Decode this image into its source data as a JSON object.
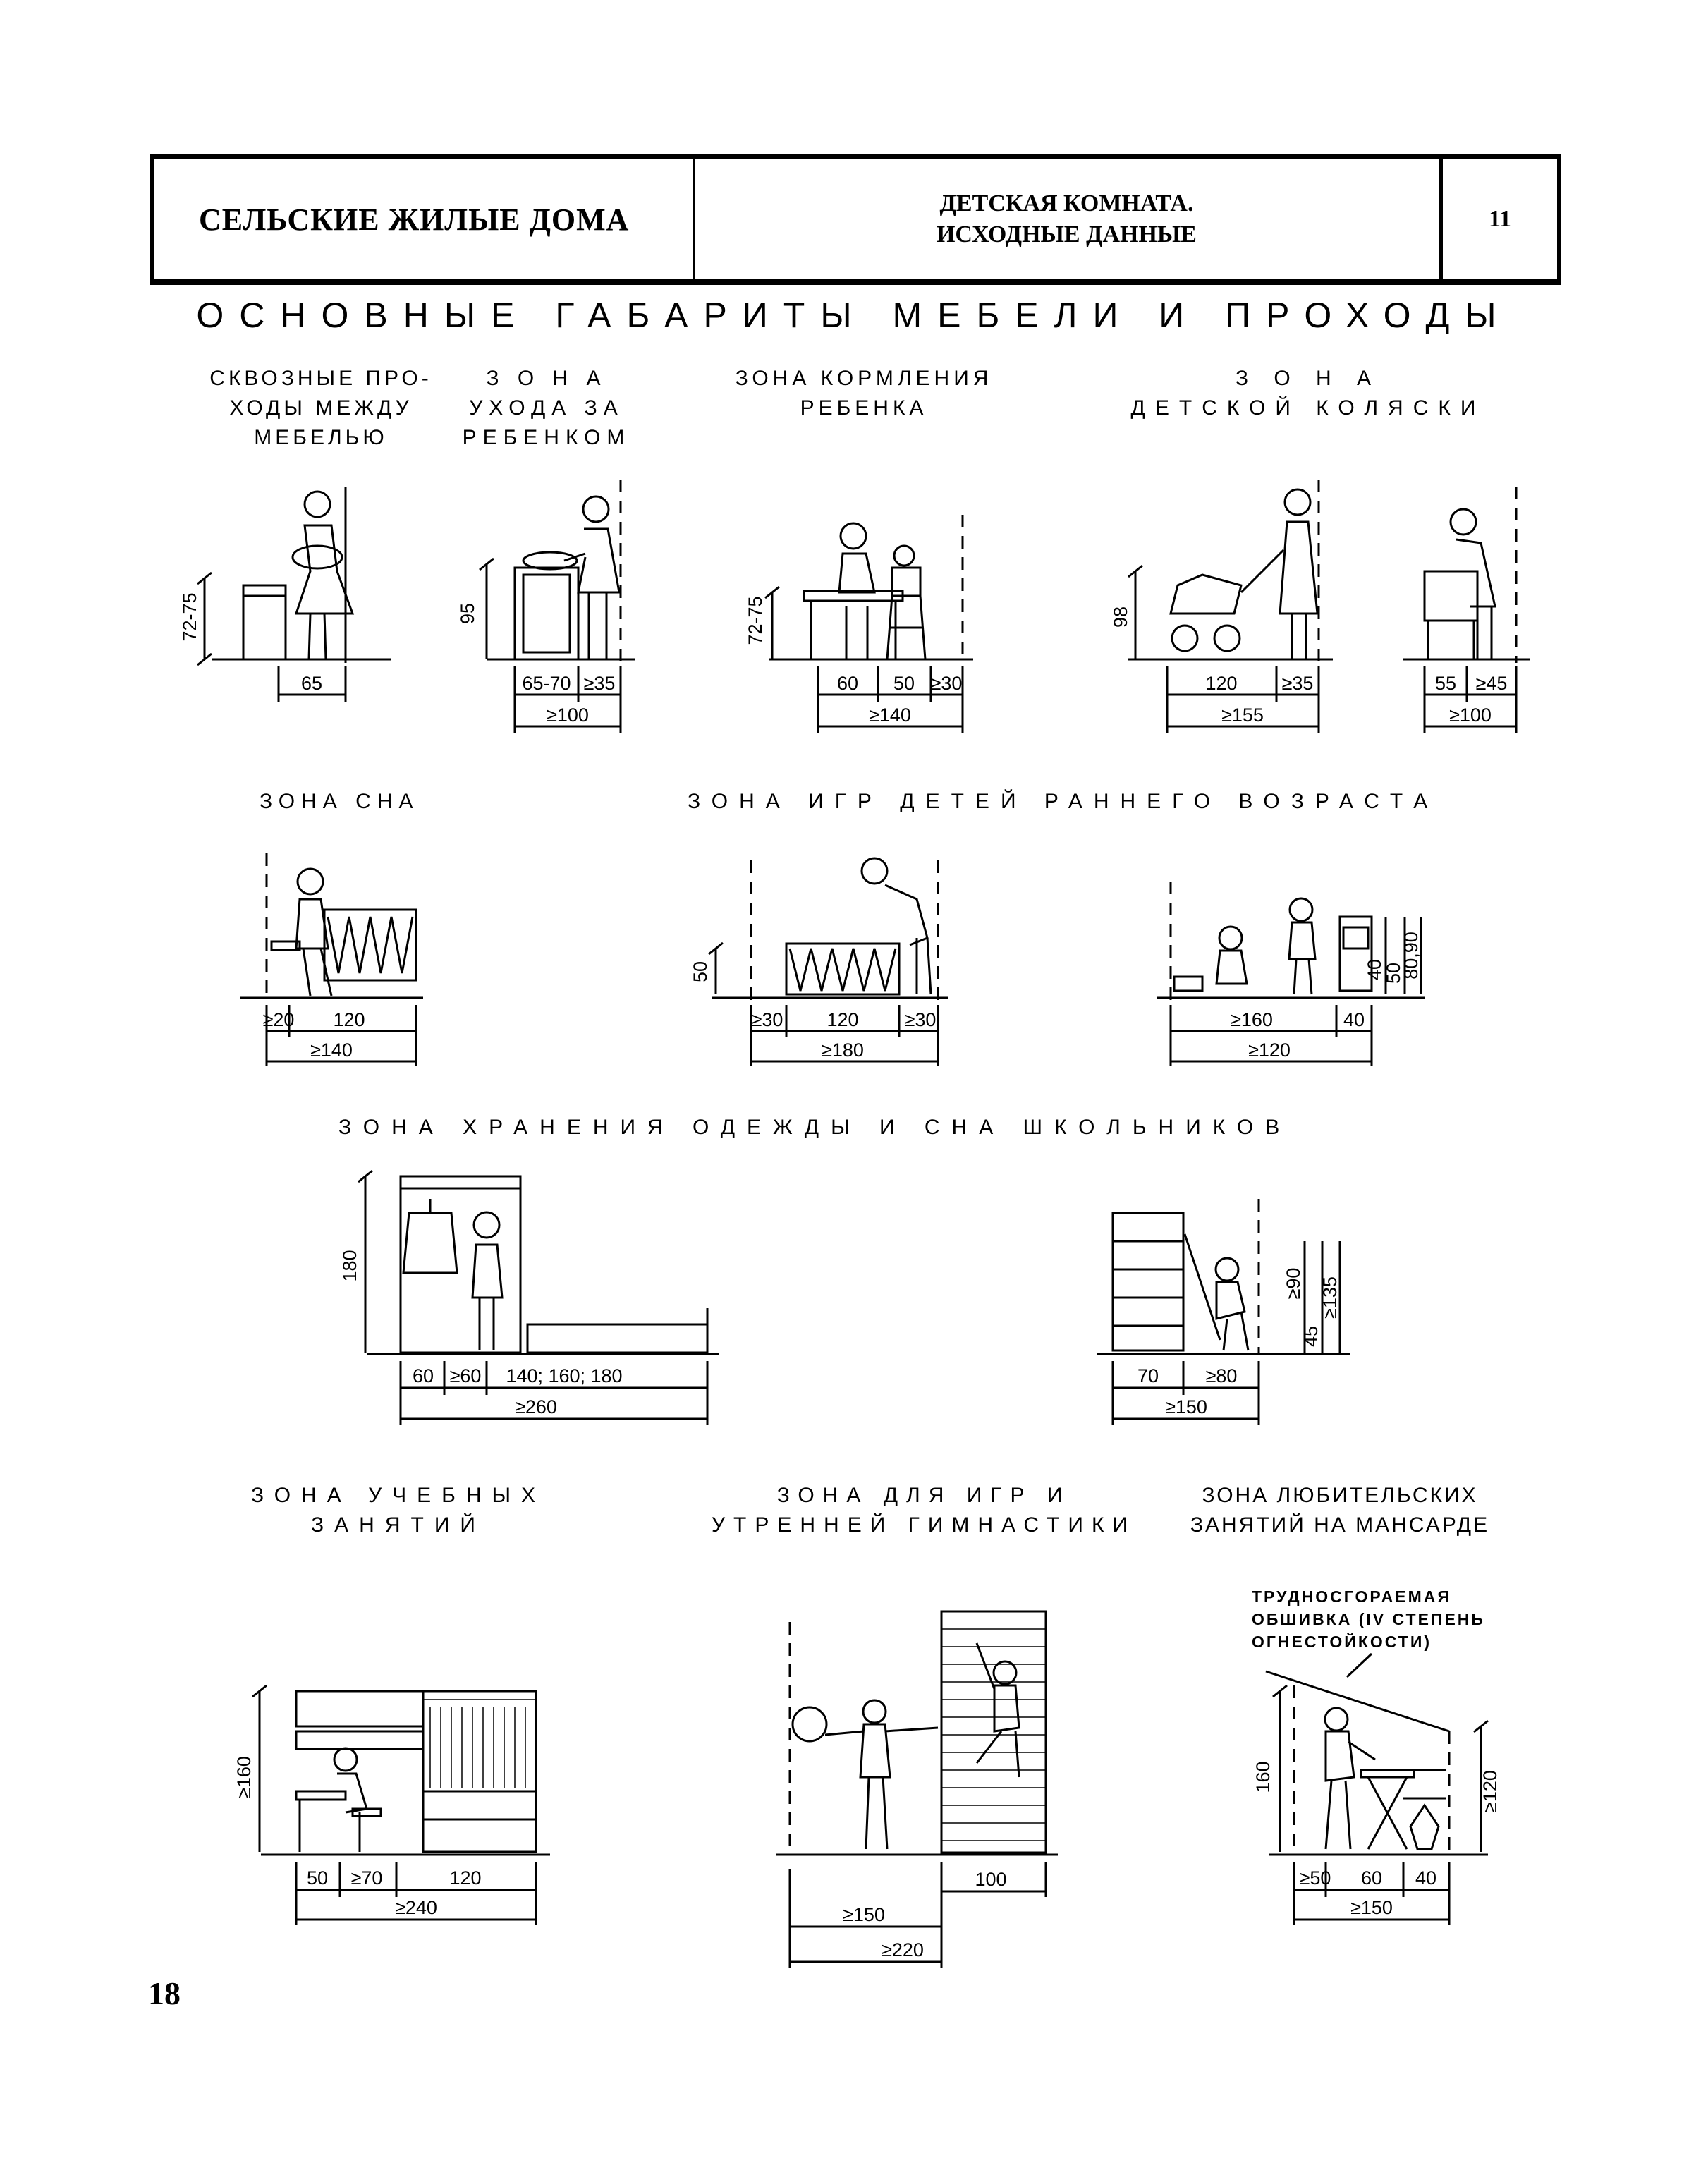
{
  "header": {
    "series": "СЕЛЬСКИЕ ЖИЛЫЕ ДОМА",
    "title_line1": "ДЕТСКАЯ КОМНАТА.",
    "title_line2": "ИСХОДНЫЕ ДАННЫЕ",
    "sheet_number": "11"
  },
  "main_title": "ОСНОВНЫЕ ГАБАРИТЫ МЕБЕЛИ И ПРОХОДЫ",
  "zones": {
    "passages": "СКВОЗНЫЕ ПРО-\nХОДЫ  МЕЖДУ\nМЕБЕЛЬЮ",
    "care": "З О Н А\nУХОДА ЗА\nРЕБЕНКОМ",
    "feeding": "ЗОНА КОРМЛЕНИЯ\nРЕБЕНКА",
    "stroller": "З О Н А\nДЕТСКОЙ КОЛЯСКИ",
    "sleep": "ЗОНА СНА",
    "early_play": "ЗОНА ИГР ДЕТЕЙ РАННЕГО ВОЗРАСТА",
    "storage_sleep": "ЗОНА ХРАНЕНИЯ ОДЕЖДЫ И СНА ШКОЛЬНИКОВ",
    "study": "ЗОНА УЧЕБНЫХ\nЗАНЯТИЙ",
    "gym": "ЗОНА ДЛЯ ИГР И\nУТРЕННЕЙ ГИМНАСТИКИ",
    "hobby": "ЗОНА ЛЮБИТЕЛЬСКИХ\nЗАНЯТИЙ НА МАНСАРДЕ"
  },
  "note": "ТРУДНОСГОРАЕМАЯ\nОБШИВКА (IV СТЕПЕНЬ\nОГНЕСТОЙКОСТИ)",
  "dims": {
    "d1_h": "72-75",
    "d1_w": "65",
    "d2_h": "95",
    "d2_a": "65-70",
    "d2_b": "≥35",
    "d2_t": "≥100",
    "d3_h": "72-75",
    "d3_a": "60",
    "d3_b": "50",
    "d3_c": "≥30",
    "d3_t": "≥140",
    "d4_h": "98",
    "d4_a": "120",
    "d4_b": "≥35",
    "d4_t": "≥155",
    "d5_a": "55",
    "d5_b": "≥45",
    "d5_t": "≥100",
    "d6_a": "≥20",
    "d6_b": "120",
    "d6_t": "≥140",
    "d7_h": "50",
    "d7_a": "≥30",
    "d7_b": "120",
    "d7_c": "≥30",
    "d7_t": "≥180",
    "d8_h1": "40",
    "d8_h2": "50",
    "d8_h3": "80,90",
    "d8_a": "≥160",
    "d8_b": "40",
    "d8_t": "≥120",
    "d9_h": "180",
    "d9_a": "60",
    "d9_b": "≥60",
    "d9_c": "140; 160; 180",
    "d9_t": "≥260",
    "d10_h1": "≥90",
    "d10_h2": "45",
    "d10_h3": "≥135",
    "d10_a": "70",
    "d10_b": "≥80",
    "d10_t": "≥150",
    "d11_h": "≥160",
    "d11_a": "50",
    "d11_b": "≥70",
    "d11_c": "120",
    "d11_t": "≥240",
    "d12_a": "100",
    "d12_b": "≥150",
    "d12_t": "≥220",
    "d13_h1": "160",
    "d13_h2": "≥120",
    "d13_a": "≥50",
    "d13_b": "60",
    "d13_c": "40",
    "d13_t": "≥150"
  },
  "page_number": "18"
}
